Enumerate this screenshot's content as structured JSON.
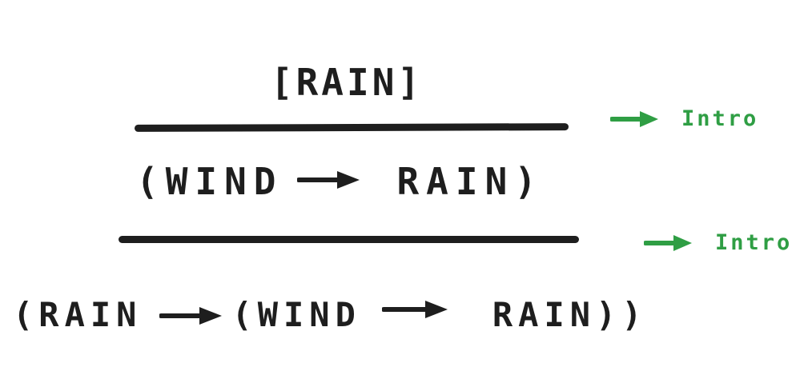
{
  "colors": {
    "ink": "#1e1e1e",
    "green": "#2f9e44",
    "bg": "#ffffff"
  },
  "icons": {
    "implies_arrow": "→",
    "rule_arrow": "→"
  },
  "proof": {
    "assumption": "[RAIN]",
    "step1": {
      "formula": {
        "left": "(WIND",
        "right": "RAIN)"
      },
      "rule_label": "Intro"
    },
    "step2": {
      "formula": {
        "p1": "(RAIN",
        "p2": "(WIND",
        "p3": "RAIN))"
      },
      "rule_label": "Intro"
    }
  }
}
